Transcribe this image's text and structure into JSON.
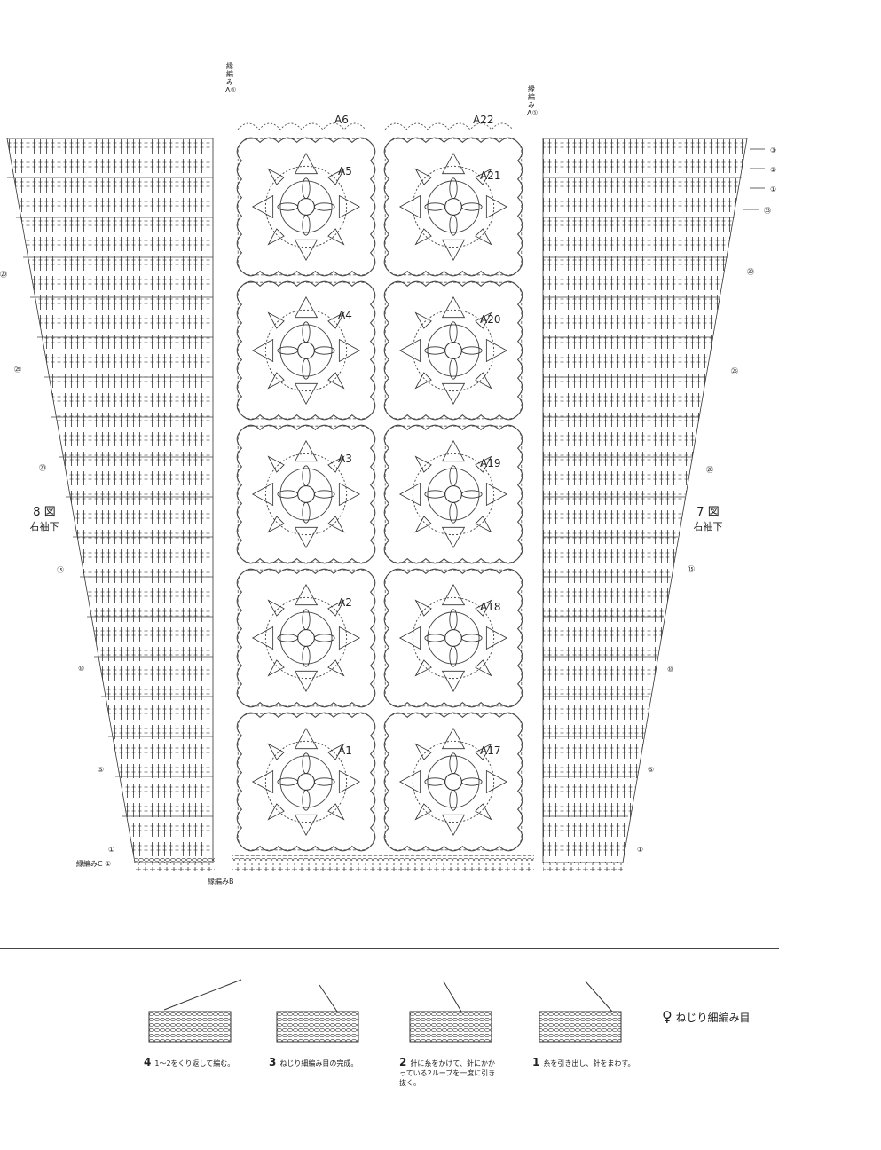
{
  "motifs_left": [
    "A1",
    "A2",
    "A3",
    "A4",
    "A5",
    "A6"
  ],
  "motifs_right": [
    "A17",
    "A18",
    "A19",
    "A20",
    "A21",
    "A22"
  ],
  "left_panel": {
    "fig": "8 図",
    "caption": "右袖下",
    "row_marks": [
      "⑳",
      "㉕",
      "⑳",
      "⑮",
      "⑩",
      "⑤",
      "①"
    ]
  },
  "right_panel": {
    "fig": "7 図",
    "caption": "右袖下",
    "row_marks": [
      "③",
      "②",
      "①",
      "㉝",
      "㉚",
      "㉕",
      "⑳",
      "⑮",
      "⑩",
      "⑤",
      "①"
    ]
  },
  "edge": {
    "a_left": "縁編みA①",
    "a_right": "縁編みA①",
    "b": "縁編みB",
    "c": "縁編みC",
    "c_num": "①"
  },
  "steps": [
    {
      "num": "4",
      "text": "1～2をくり返して編む。"
    },
    {
      "num": "3",
      "text": "ねじり細編み目の完成。"
    },
    {
      "num": "2",
      "text": "針に糸をかけて、針にかかっている2ループを一度に引き抜く。"
    },
    {
      "num": "1",
      "text": "糸を引き出し、針をまわす。"
    }
  ],
  "legend": {
    "symbol": "♀",
    "label": "ねじり細編み目"
  }
}
